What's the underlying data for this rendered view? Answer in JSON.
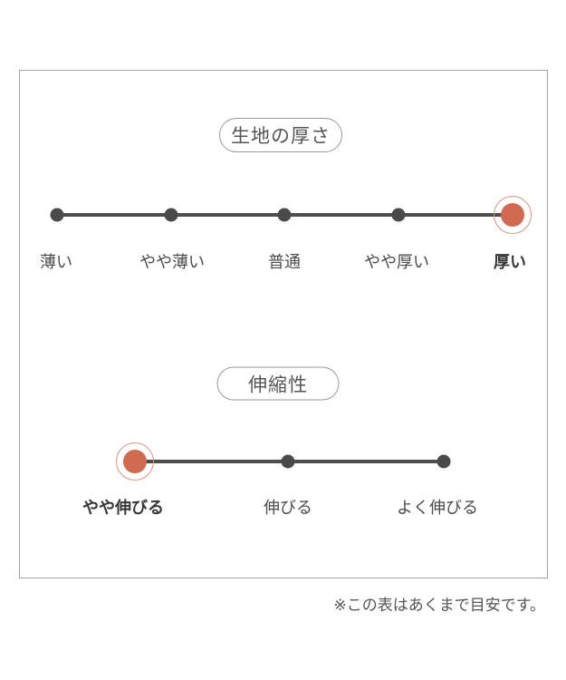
{
  "note": "※この表はあくまで目安です。",
  "colors": {
    "background": "#ffffff",
    "box_border": "#a3a3a3",
    "pill_border": "#999999",
    "title_text": "#555555",
    "scale_line": "#4d4d4d",
    "dot": "#4a4a4a",
    "accent_selected_dot": "#d06a50",
    "accent_selected_ring": "#d99680",
    "label_text": "#4b4b4b",
    "label_selected_text": "#383838",
    "note_text": "#555555"
  },
  "chart_data": [
    {
      "type": "line",
      "subtype": "rating_scale",
      "title": "生地の厚さ",
      "categories": [
        "薄い",
        "やや薄い",
        "普通",
        "やや厚い",
        "厚い"
      ],
      "num_levels": 5,
      "selected_index": 4,
      "selected_label": "厚い"
    },
    {
      "type": "line",
      "subtype": "rating_scale",
      "title": "伸縮性",
      "categories": [
        "やや伸びる",
        "伸びる",
        "よく伸びる"
      ],
      "num_levels": 3,
      "selected_index": 0,
      "selected_label": "やや伸びる"
    }
  ]
}
